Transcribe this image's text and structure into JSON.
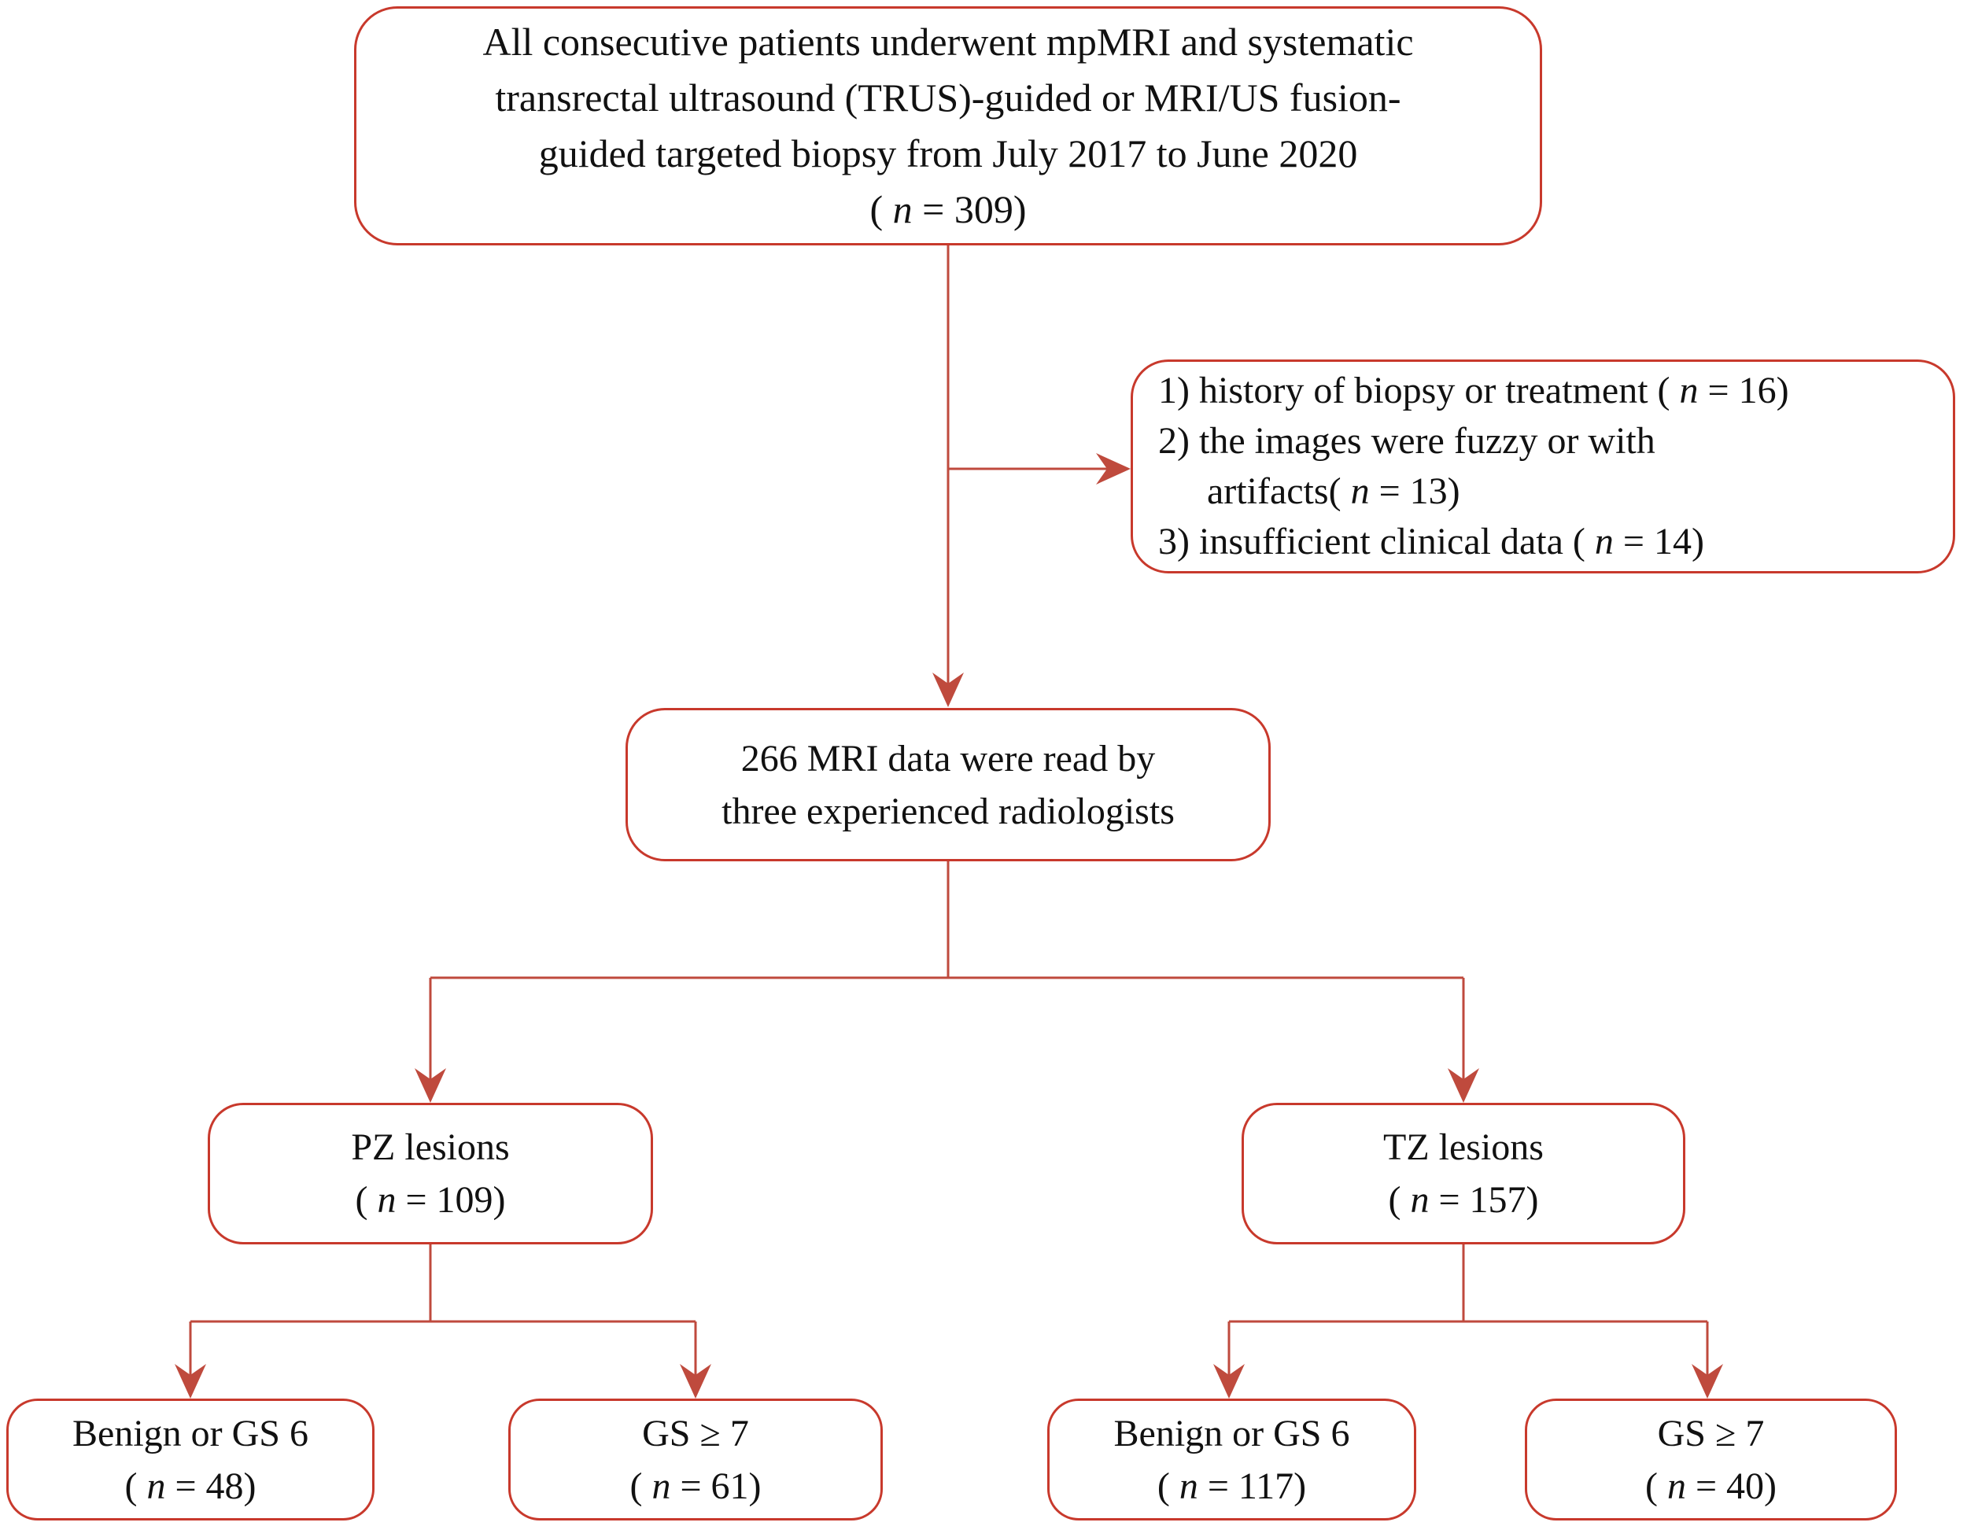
{
  "figure": {
    "type": "flowchart",
    "accent_border": "#c8392c",
    "accent_line": "#bf4a3d",
    "text_color": "#111111",
    "background": "#ffffff"
  },
  "nodes": {
    "enrollment": {
      "lines": [
        "All consecutive patients underwent mpMRI and systematic",
        "transrectal ultrasound (TRUS)-guided or MRI/US fusion-",
        "guided targeted biopsy from July 2017 to June 2020"
      ],
      "count_open": "( ",
      "count_var": "n",
      "count_close": " = 309)"
    },
    "exclusion": {
      "lines": [
        {
          "t": "1) history of biopsy or treatment ",
          "o": "( ",
          "v": "n",
          "c": " = 16)"
        },
        {
          "t": "2) the images were fuzzy or with",
          "o": "",
          "v": "",
          "c": ""
        },
        {
          "t": "artifacts",
          "o": "( ",
          "v": "n",
          "c": " = 13)"
        },
        {
          "t": "3) insufficient clinical data ",
          "o": "( ",
          "v": "n",
          "c": " = 14)"
        }
      ]
    },
    "reading": {
      "lines": [
        "266 MRI data were read by",
        "three experienced radiologists"
      ]
    },
    "pz": {
      "title": "PZ lesions",
      "count_open": "( ",
      "count_var": "n",
      "count_close": " = 109)"
    },
    "tz": {
      "title": "TZ lesions",
      "count_open": "( ",
      "count_var": "n",
      "count_close": " = 157)"
    },
    "pz_benign": {
      "title": "Benign or GS 6",
      "count_open": "( ",
      "count_var": "n",
      "count_close": " = 48)"
    },
    "pz_gs7": {
      "title": "GS ≥ 7",
      "count_open": "( ",
      "count_var": "n",
      "count_close": " = 61)"
    },
    "tz_benign": {
      "title": "Benign or GS 6",
      "count_open": "( ",
      "count_var": "n",
      "count_close": " = 117)"
    },
    "tz_gs7": {
      "title": "GS ≥ 7",
      "count_open": "( ",
      "count_var": "n",
      "count_close": " = 40)"
    }
  }
}
